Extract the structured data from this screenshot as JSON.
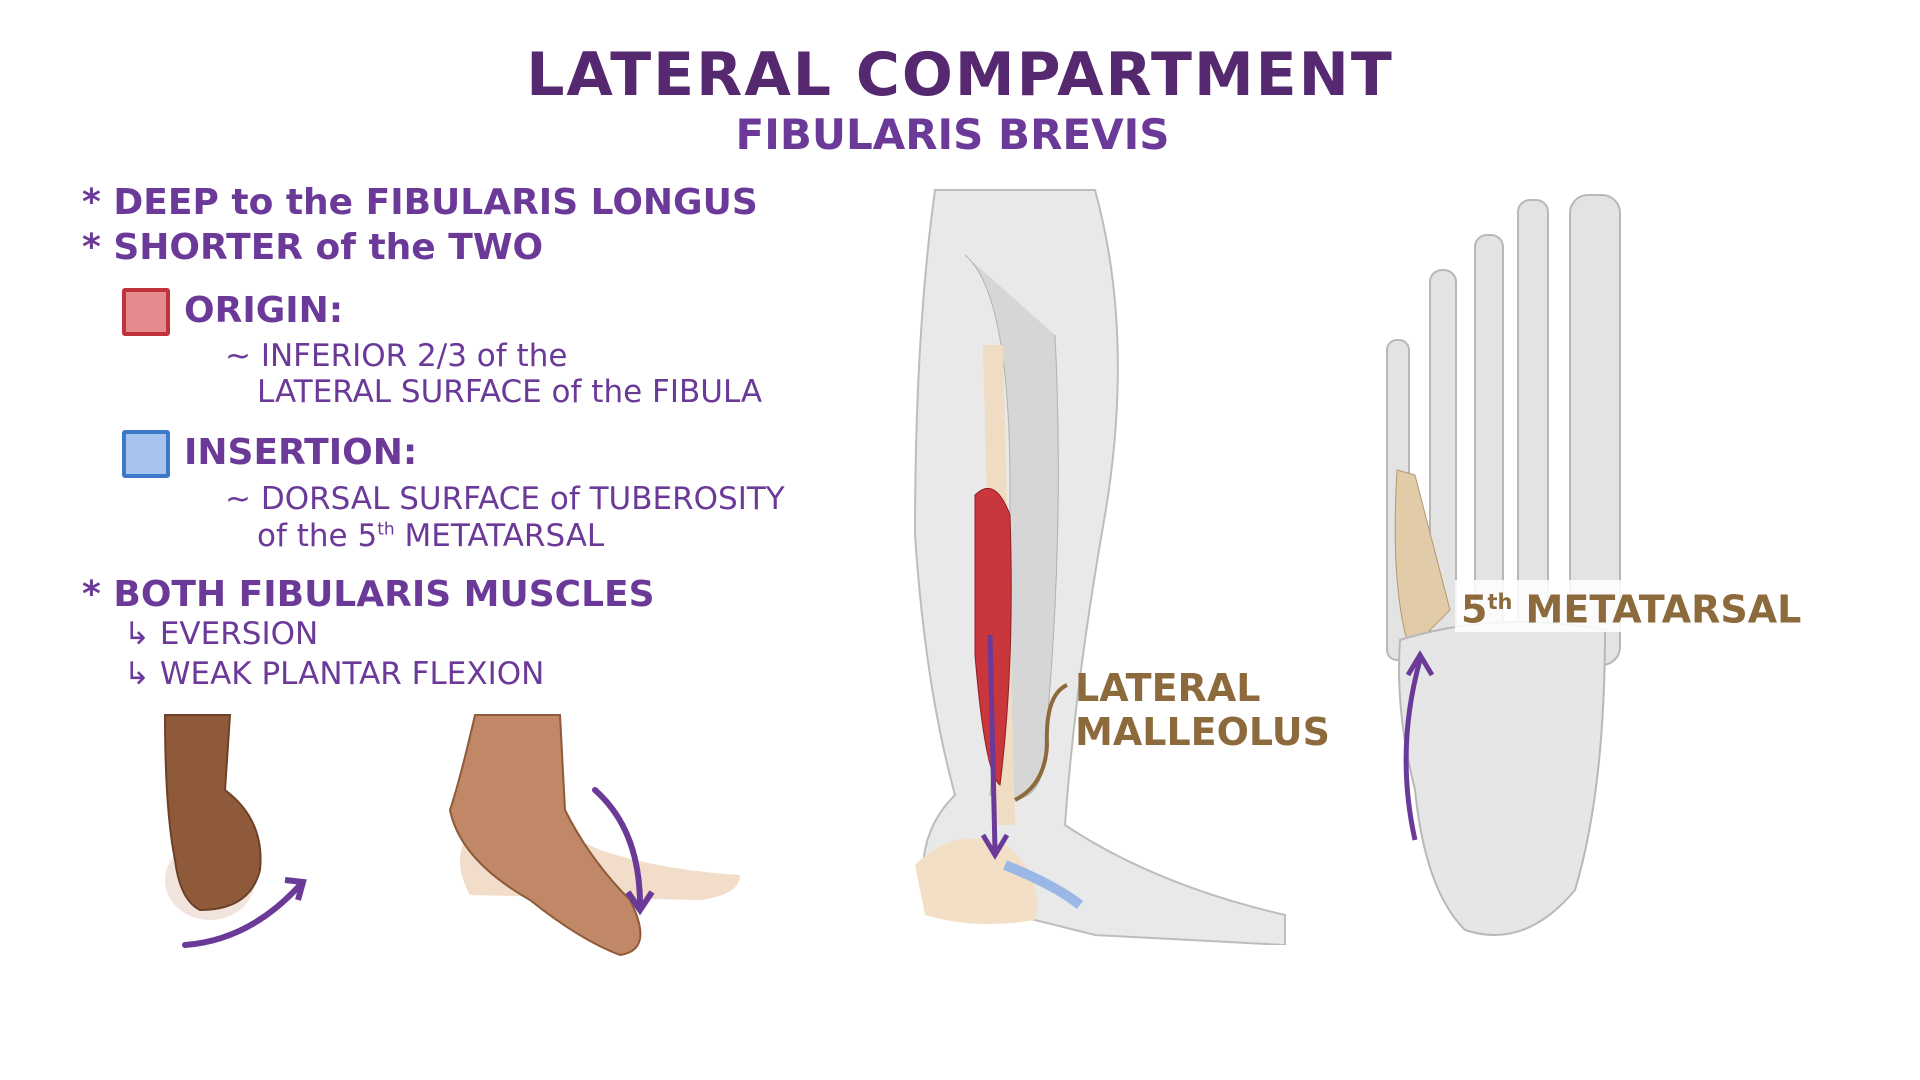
{
  "header": {
    "title": "LATERAL COMPARTMENT",
    "subtitle": "FIBULARIS BREVIS"
  },
  "bullets": [
    {
      "marker": "*",
      "text": "DEEP to the FIBULARIS LONGUS"
    },
    {
      "marker": "*",
      "text": "SHORTER of the TWO"
    }
  ],
  "origin": {
    "label": "ORIGIN:",
    "color": "#c0333a",
    "line1": "~ INFERIOR 2/3 of the",
    "line2": "LATERAL SURFACE of the FIBULA"
  },
  "insertion": {
    "label": "INSERTION:",
    "color": "#3d78c9",
    "line1": "~ DORSAL SURFACE of TUBEROSITY",
    "line2_pre": "of the 5",
    "line2_sup": "th",
    "line2_post": " METATARSAL"
  },
  "actions": {
    "marker": "*",
    "title": "BOTH FIBULARIS MUSCLES",
    "items": [
      "EVERSION",
      "WEAK PLANTAR FLEXION"
    ],
    "arrow": "↳"
  },
  "labels": {
    "malleolus_1": "LATERAL",
    "malleolus_2": "MALLEOLUS",
    "metatarsal_pre": "5",
    "metatarsal_sup": "th",
    "metatarsal_post": " METATARSAL"
  }
}
